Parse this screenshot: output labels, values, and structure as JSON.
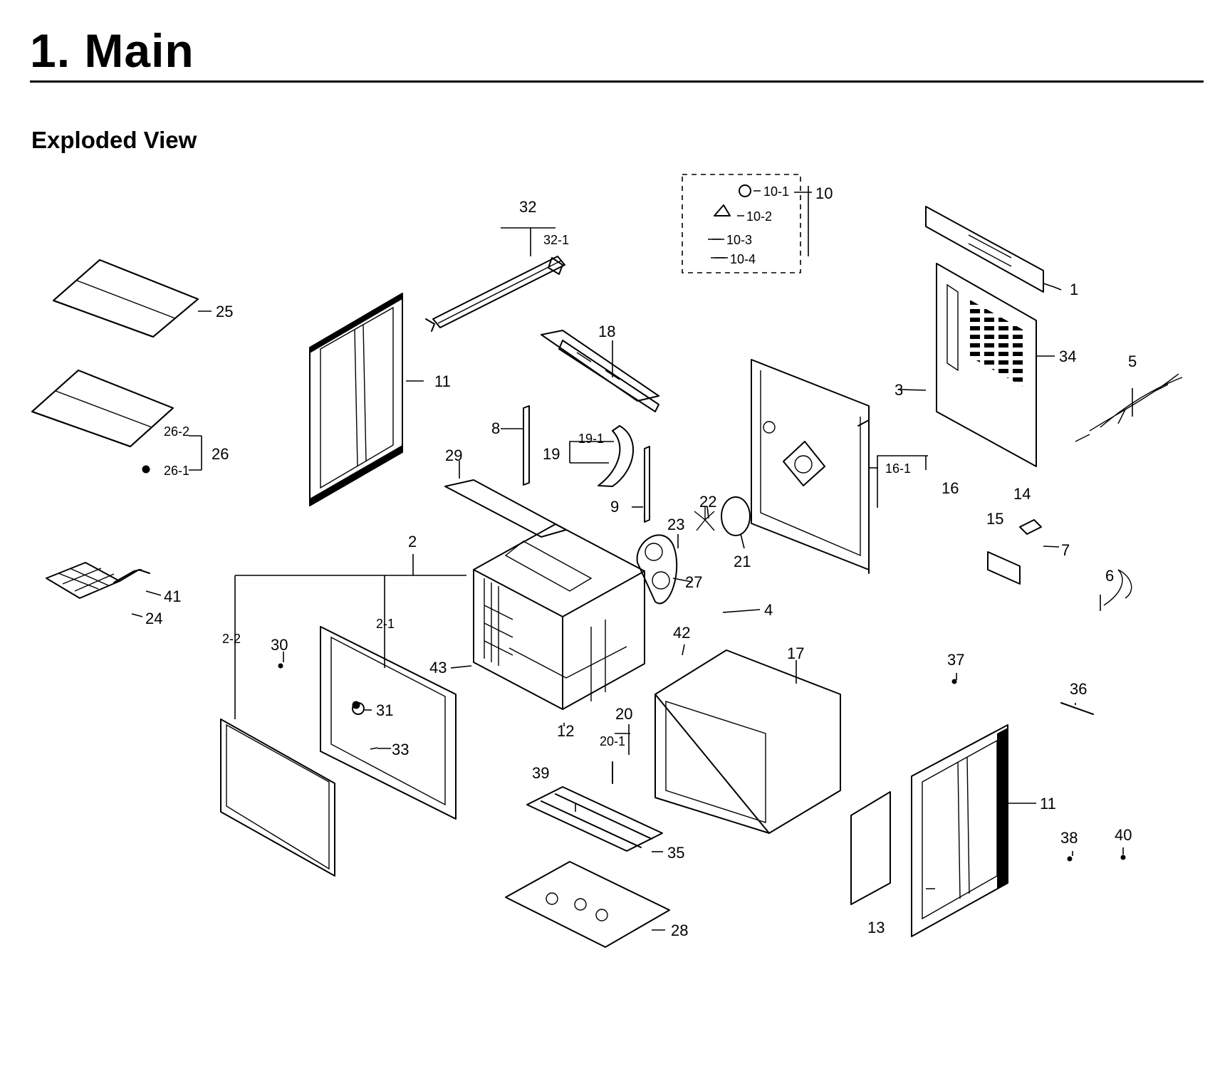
{
  "header": {
    "title": "1.  Main",
    "section": "Exploded View"
  },
  "callouts": [
    "1",
    "2",
    "2-1",
    "2-2",
    "3",
    "4",
    "5",
    "6",
    "7",
    "8",
    "9",
    "10",
    "10-1",
    "10-2",
    "10-3",
    "10-4",
    "11",
    "11",
    "12",
    "13",
    "14",
    "15",
    "16",
    "16-1",
    "17",
    "18",
    "19",
    "19-1",
    "20",
    "20-1",
    "21",
    "22",
    "23",
    "24",
    "25",
    "26",
    "26-1",
    "26-2",
    "27",
    "28",
    "29",
    "30",
    "31",
    "32",
    "32-1",
    "33",
    "34",
    "35",
    "36",
    "37",
    "38",
    "39",
    "40",
    "41",
    "42",
    "43"
  ]
}
